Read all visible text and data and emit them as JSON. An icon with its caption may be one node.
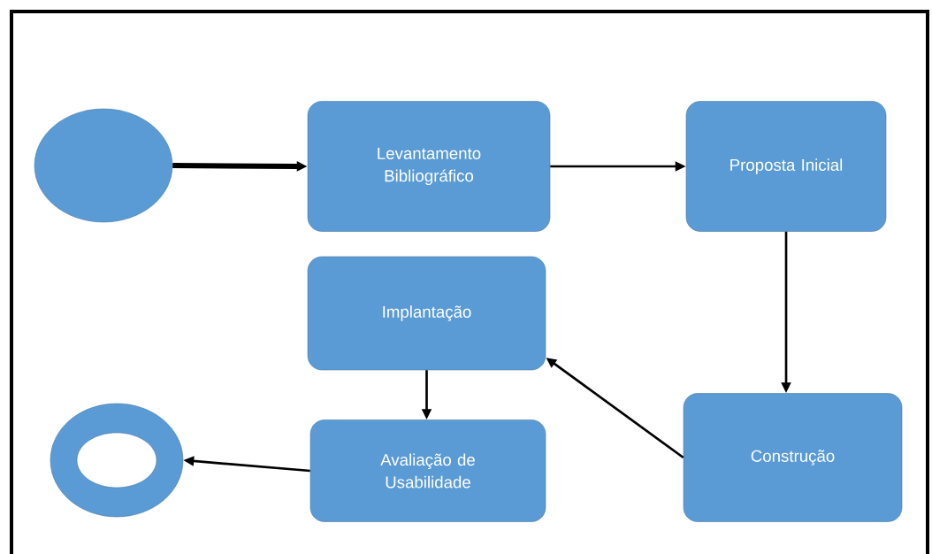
{
  "diagram": {
    "nodes": [
      {
        "text": [],
        "shape": "circle"
      },
      {
        "text": [
          "Levantamento Bibliográfico"
        ]
      },
      {
        "text": [
          "Proposta Inicial"
        ]
      },
      {
        "text": [
          "Implantação"
        ]
      },
      {
        "text": [],
        "shape": "ring"
      },
      {
        "text": [
          "Avaliação de Usabilidade"
        ]
      },
      {
        "text": [
          "Construção"
        ]
      }
    ],
    "edges": [
      {
        "from": 0,
        "to": 1,
        "arrow": "to",
        "style": "thick"
      },
      {
        "from": 1,
        "to": 2,
        "arrow": "to"
      },
      {
        "from": 2,
        "to": 6,
        "arrow": "to"
      },
      {
        "from": 6,
        "to": 3,
        "arrow": "to"
      },
      {
        "from": 3,
        "to": 5,
        "arrow": "to"
      },
      {
        "from": 5,
        "to": 4,
        "arrow": "to"
      }
    ]
  }
}
